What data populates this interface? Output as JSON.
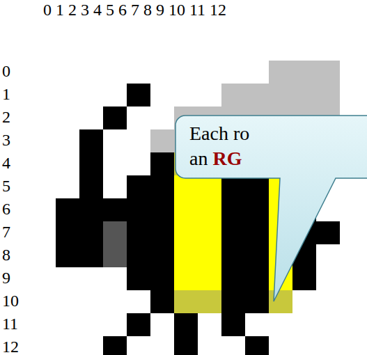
{
  "diagram": {
    "nodes": [
      {
        "text": [
          "Each ro an",
          "RG"
        ]
      }
    ],
    "labels": [
      "0",
      "1",
      "2",
      "3",
      "4",
      "5",
      "6",
      "7",
      "8",
      "9",
      "10",
      "11",
      "12",
      "0",
      "1",
      "2",
      "3",
      "4",
      "5",
      "6",
      "7",
      "8",
      "9",
      "10",
      "11",
      "12"
    ]
  }
}
